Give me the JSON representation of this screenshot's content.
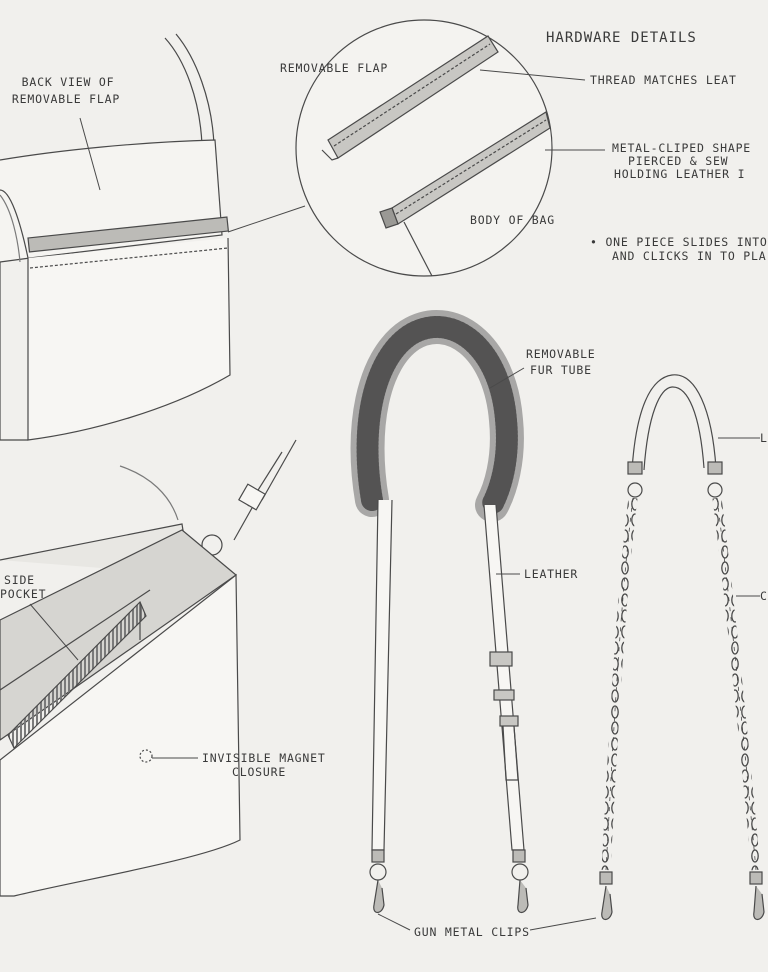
{
  "labels": {
    "hardware_details": "HARDWARE DETAILS",
    "back_view_line1": "BACK VIEW OF",
    "back_view_line2": "REMOVABLE FLAP",
    "removable_flap": "REMOVABLE FLAP",
    "thread_matches": "THREAD MATCHES LEAT",
    "metal_cliped_line1": "METAL-CLIPED SHAPE",
    "metal_cliped_line2": "PIERCED & SEW",
    "metal_cliped_line3": "HOLDING LEATHER I",
    "body_of_bag": "BODY OF BAG",
    "slides_line1": "• ONE PIECE SLIDES INTO",
    "slides_line2": "AND CLICKS IN TO PLA",
    "removable_fur_line1": "REMOVABLE",
    "removable_fur_line2": "FUR TUBE",
    "leather_right_edge": "L",
    "inside_pocket_line1": "SIDE",
    "inside_pocket_line2": "POCKET",
    "leather": "LEATHER",
    "chain_right_edge": "C",
    "invisible_magnet_line1": "INVISIBLE MAGNET",
    "invisible_magnet_line2": "CLOSURE",
    "gun_metal_clips": "GUN METAL CLIPS"
  },
  "colors": {
    "paper": "#f1f0ed",
    "pencil": "#4a4a4a",
    "shade": "#bdbcb8",
    "fur": "#6b6b6b"
  }
}
